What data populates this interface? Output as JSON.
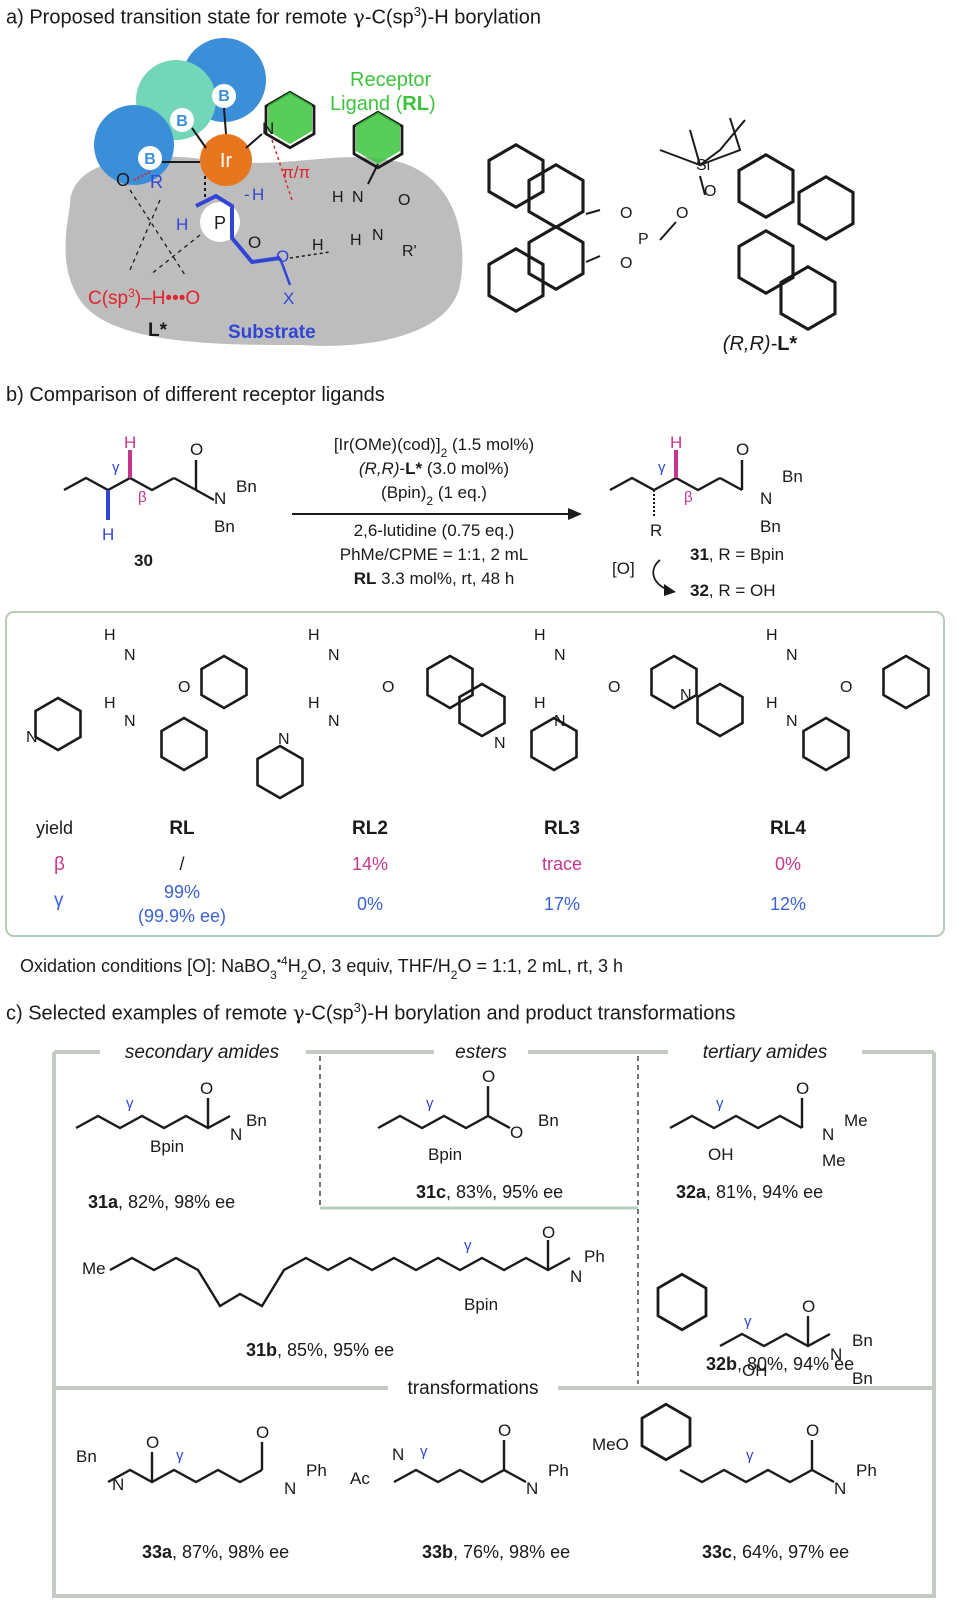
{
  "part_a": {
    "heading": "a) Proposed transition state for remote γ-C(sp3)-H borylation",
    "receptor_line1": "Receptor",
    "receptor_line2": "Ligand (RL)",
    "pi_label": "π/π",
    "ir": "Ir",
    "boron": "B",
    "o": "O",
    "r": "R",
    "h": "H",
    "p": "P",
    "x": "X",
    "n": "N",
    "r_prime": "R'",
    "ch_o": "C(sp3)–H•••O",
    "l_star": "L*",
    "substrate": "Substrate",
    "ligand_name": "(R,R)-L*",
    "si": "Si",
    "colors": {
      "blue": "#3b8fd9",
      "orange": "#e8761e",
      "green": "#3cc43c",
      "gray": "#bdbdbd",
      "teal": "#73d6b8",
      "red": "#e0242b",
      "indigo": "#3246d6",
      "magenta": "#c7368d"
    }
  },
  "part_b": {
    "heading": "b) Comparison of different receptor ligands",
    "sm_label": "30",
    "conditions": [
      "[Ir(OMe)(cod)]2 (1.5 mol%)",
      "(R,R)-L* (3.0 mol%)",
      "(Bpin)2 (1 eq.)",
      "2,6-lutidine (0.75 eq.)",
      "PhMe/CPME = 1:1, 2 mL",
      "RL 3.3 mol%, rt, 48 h"
    ],
    "prod31": "31, R = Bpin",
    "prod32": "32, R = OH",
    "ox_label": "[O]",
    "bn": "Bn",
    "gamma": "γ",
    "beta": "β",
    "table": {
      "row_labels": [
        "yield",
        "β",
        "γ"
      ],
      "ligands": [
        {
          "name": "RL",
          "beta": "/",
          "gamma": "99%",
          "gamma_note": "(99.9% ee)"
        },
        {
          "name": "RL2",
          "beta": "14%",
          "gamma": "0%"
        },
        {
          "name": "RL3",
          "beta": "trace",
          "gamma": "17%"
        },
        {
          "name": "RL4",
          "beta": "0%",
          "gamma": "12%"
        }
      ]
    },
    "oxidation_note": "Oxidation conditions [O]: NaBO3•4H2O, 3 equiv, THF/H2O = 1:1, 2 mL, rt, 3 h"
  },
  "part_c": {
    "heading": "c) Selected examples of remote γ-C(sp3)-H borylation and product transformations",
    "section_labels": [
      "secondary amides",
      "esters",
      "tertiary amides",
      "transformations"
    ],
    "examples": [
      "31a, 82%, 98% ee",
      "31c, 83%, 95% ee",
      "32a, 81%, 94% ee",
      "31b, 85%, 95% ee",
      "32b, 80%, 94% ee",
      "33a, 87%, 98% ee",
      "33b, 76%, 98% ee",
      "33c, 64%, 97% ee"
    ],
    "atoms": {
      "bpin": "Bpin",
      "oh": "OH",
      "me": "Me",
      "bn": "Bn",
      "ph": "Ph",
      "ac": "Ac",
      "meo": "MeO"
    }
  }
}
